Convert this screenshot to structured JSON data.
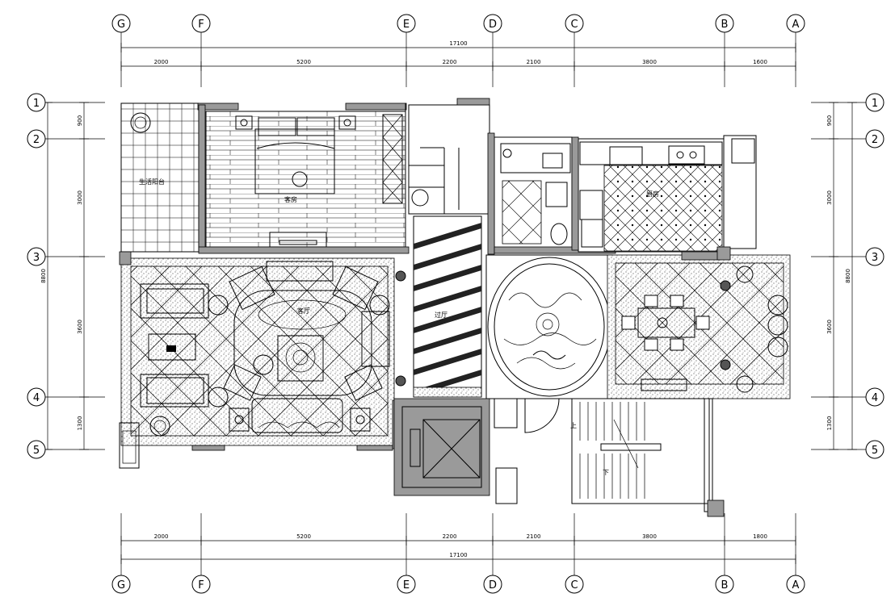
{
  "column_axes": [
    {
      "id": "G",
      "label": "G"
    },
    {
      "id": "F",
      "label": "F"
    },
    {
      "id": "E",
      "label": "E"
    },
    {
      "id": "D",
      "label": "D"
    },
    {
      "id": "C",
      "label": "C"
    },
    {
      "id": "B",
      "label": "B"
    },
    {
      "id": "A",
      "label": "A"
    }
  ],
  "row_axes": [
    {
      "id": "1",
      "label": "1"
    },
    {
      "id": "2",
      "label": "2"
    },
    {
      "id": "3",
      "label": "3"
    },
    {
      "id": "4",
      "label": "4"
    },
    {
      "id": "5",
      "label": "5"
    }
  ],
  "dimensions": {
    "total_width": "17100",
    "top_segments": [
      "2000",
      "5200",
      "2200",
      "2100",
      "3800",
      "1600"
    ],
    "bottom_segments": [
      "2000",
      "5200",
      "2200",
      "2100",
      "3800",
      "1800"
    ],
    "total_depth": "8800",
    "left_segments": [
      "900",
      "3000",
      "3600",
      "1300"
    ],
    "right_segments": [
      "900",
      "3000",
      "3600",
      "1300"
    ]
  },
  "room_labels": {
    "balcony": "生活阳台",
    "bedroom": "客房",
    "kitchen": "厨房",
    "living": "客厅",
    "hall": "过厅"
  },
  "stair_labels": {
    "up": "上",
    "down": "下"
  }
}
